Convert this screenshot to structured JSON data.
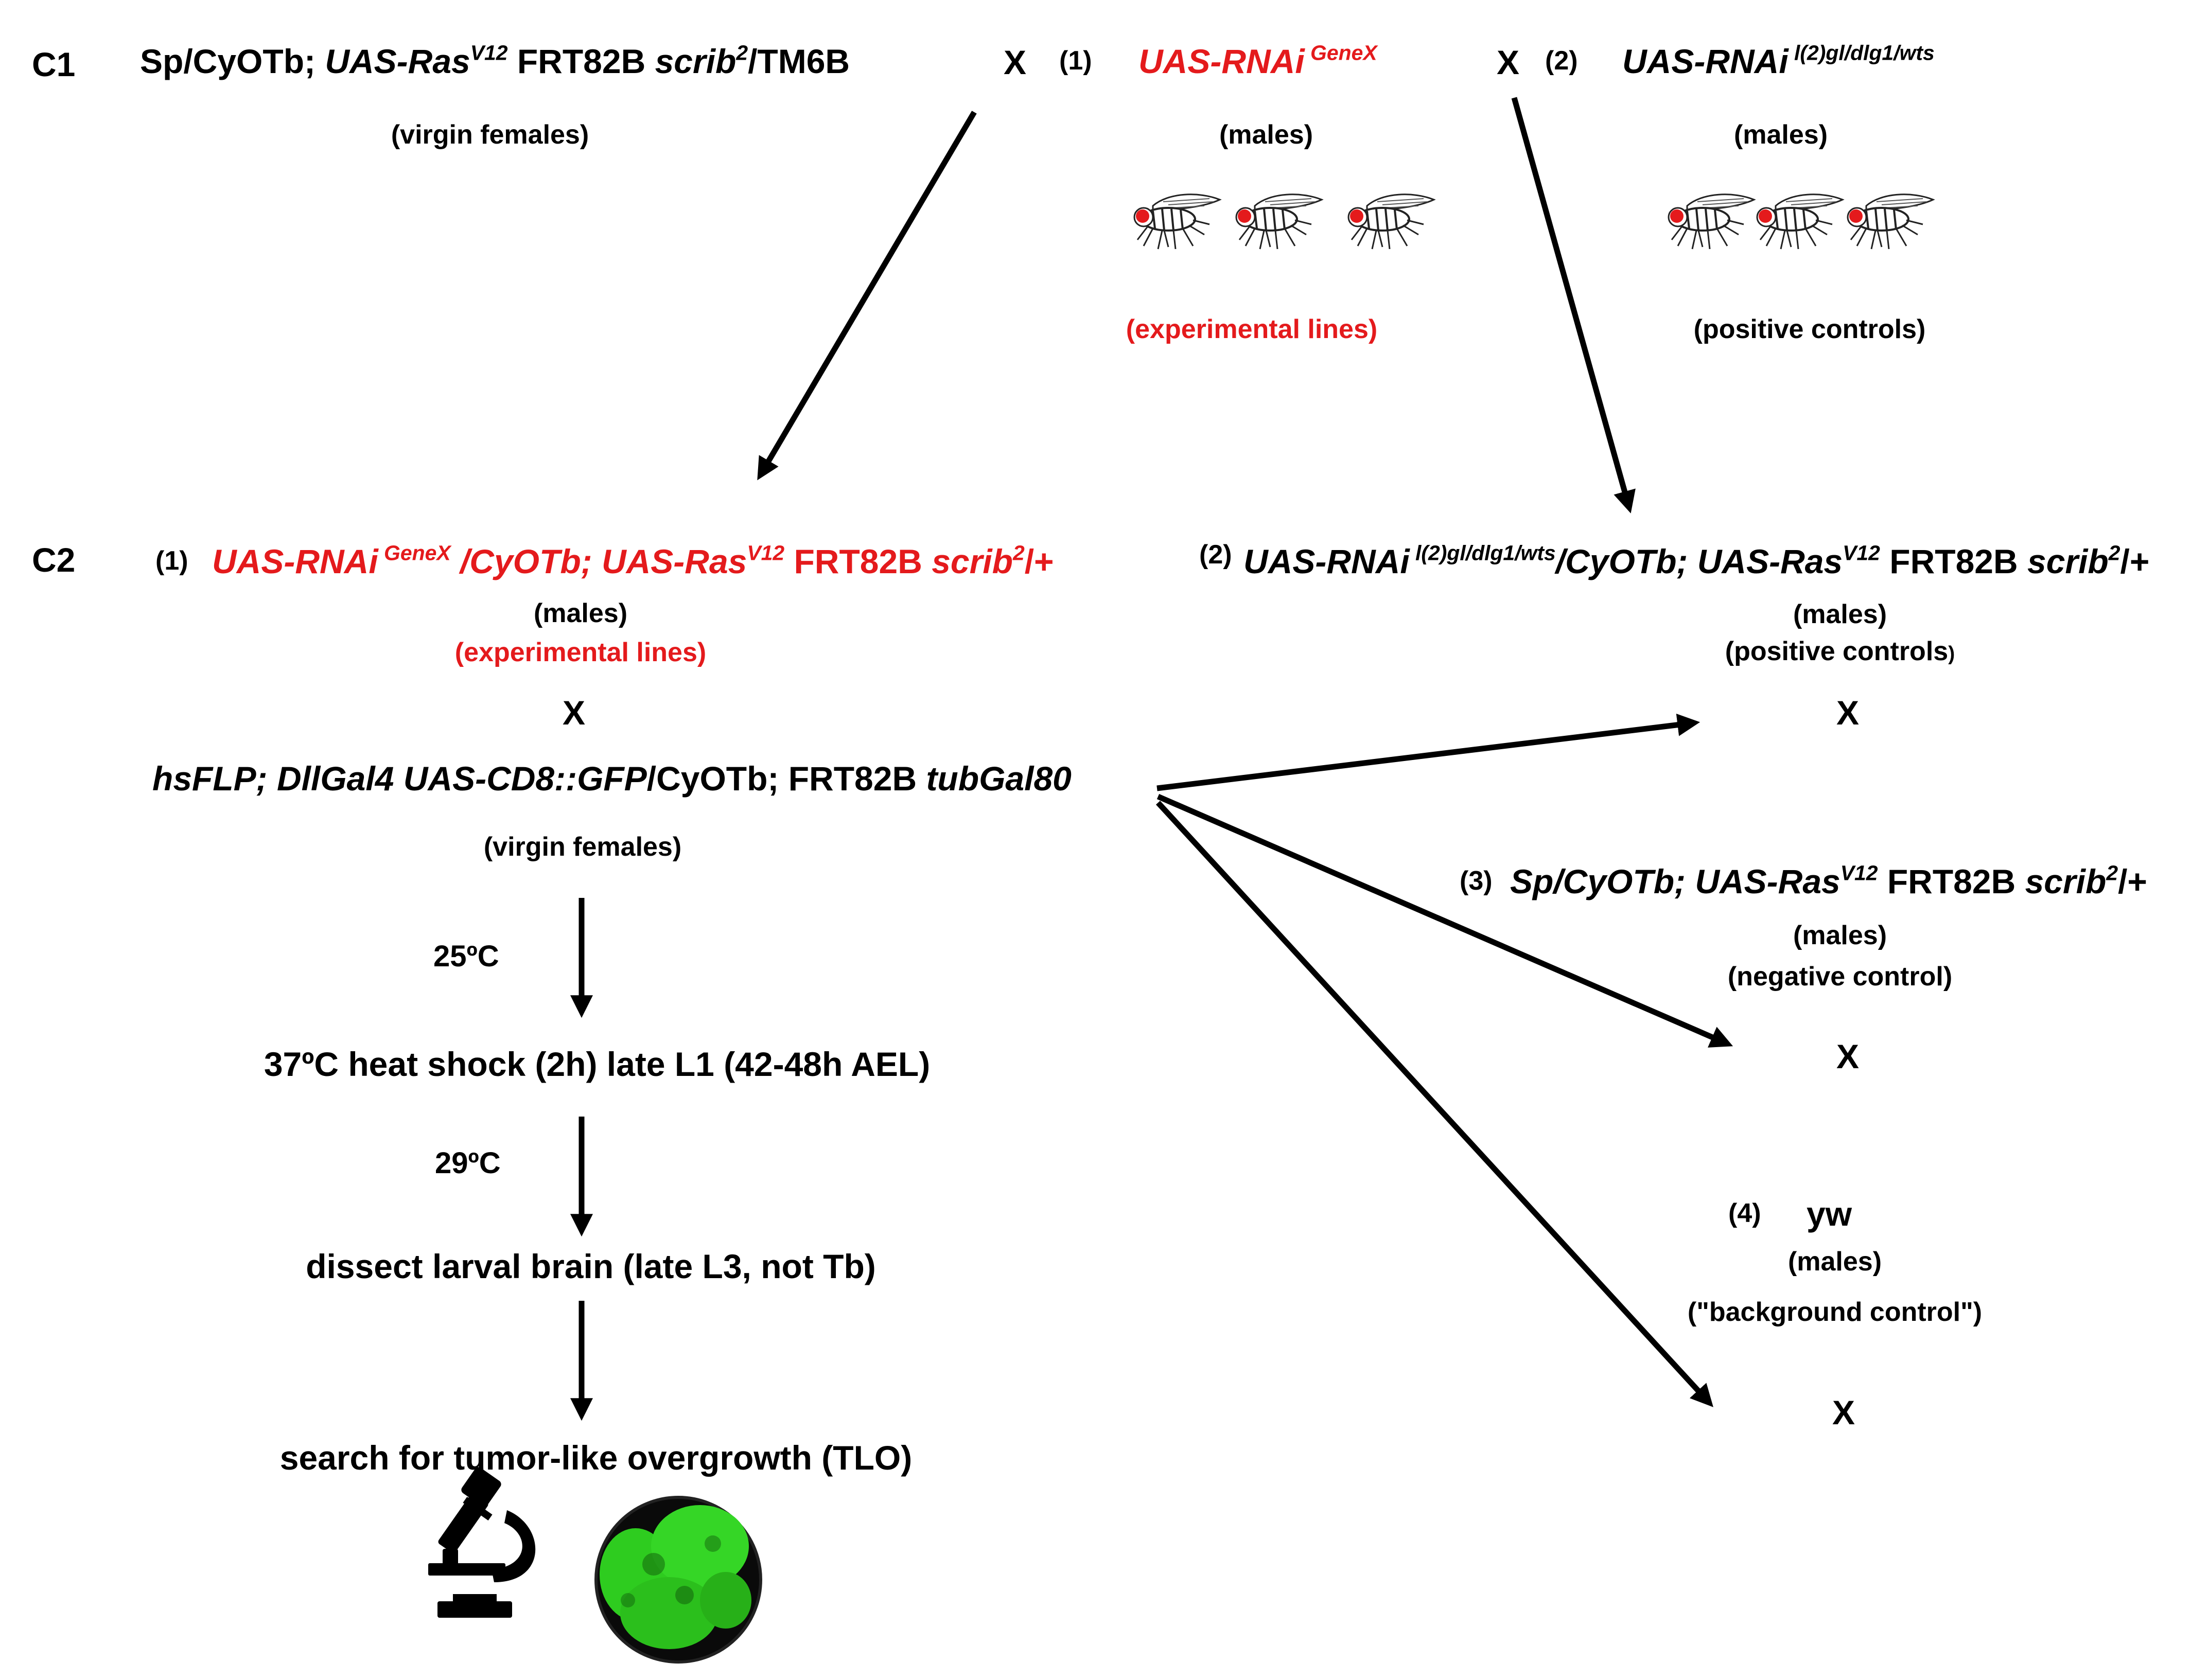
{
  "c1": {
    "label": "C1",
    "female": {
      "p1": "Sp/CyOTb; ",
      "p2": "UAS-Ras",
      "p2sup": "V12",
      "p3": " FRT82B ",
      "p4": "scrib",
      "p4sup": "2",
      "p5": "/TM6B",
      "note": "(virgin females)"
    },
    "cross_x": "X",
    "exp": {
      "num": "(1)",
      "name": "UAS-RNAi",
      "name_sup": " GeneX",
      "sex": "(males)",
      "note": "(experimental lines)"
    },
    "cross_x2": "X",
    "pos": {
      "num": "(2)",
      "name": "UAS-RNAi",
      "name_sup": " l(2)gl/dlg1/wts",
      "sex": "(males)",
      "note": "(positive controls)"
    }
  },
  "c2": {
    "label": "C2",
    "exp": {
      "num": "(1)",
      "p1": "UAS-RNAi",
      "p1sup": " GeneX",
      "p2": " /CyOTb; UAS-Ras",
      "p2sup": "V12",
      "p3": " FRT82B ",
      "p4": "scrib",
      "p4sup": "2",
      "p5": "/+",
      "sex": "(males)",
      "note": "(experimental lines)"
    },
    "cross_x_left": "X",
    "driver": {
      "p1": "hsFLP; DllGal4 UAS-CD8::GFP",
      "p2": "/CyOTb;  FRT82B ",
      "p3": "tubGal80",
      "note": "(virgin females)"
    },
    "pos": {
      "num": "(2)",
      "p1": "UAS-RNAi",
      "p1sup": " l(2)gl/dlg1/wts",
      "p2": "/CyOTb; UAS-Ras",
      "p2sup": "V12",
      "p3": " FRT82B ",
      "p4": "scrib",
      "p4sup": "2",
      "p5": "/+",
      "sex": "(males)",
      "note": "(positive controls",
      "note_end": ")",
      "x": "X"
    },
    "neg": {
      "num": "(3)",
      "p1": "Sp/CyOTb; UAS-Ras",
      "p1sup": "V12",
      "p2": " FRT82B ",
      "p3": "scrib",
      "p3sup": "2",
      "p4": "/+",
      "sex": "(males)",
      "note": "(negative control)",
      "x": "X"
    },
    "bg": {
      "num": "(4)",
      "name": "yw",
      "sex": "(males)",
      "note": "(\"background control\")",
      "x": "X"
    }
  },
  "flow": {
    "temp1": "25ºC",
    "step1": "37ºC heat shock (2h)  late L1 (42-48h AEL)",
    "temp2": "29ºC",
    "step2": "dissect larval brain (late L3, not Tb)",
    "step3": "search for tumor-like overgrowth (TLO)"
  },
  "icons": [
    "fly-icon",
    "microscope-icon",
    "brain-tumor-image"
  ],
  "colors": {
    "experimental": "#e41a1c",
    "text": "#000000",
    "gfp": "#2ecc1f"
  }
}
